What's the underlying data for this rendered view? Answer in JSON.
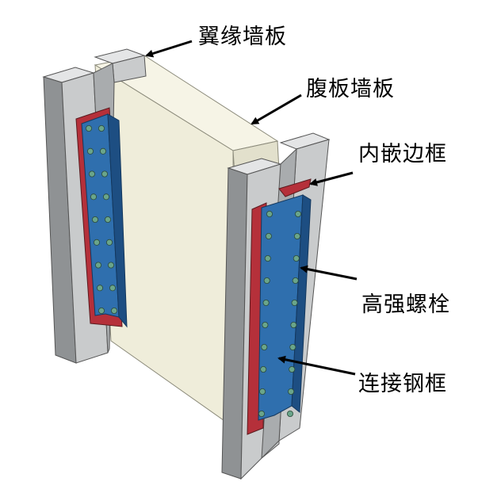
{
  "labels": {
    "flange_wall_panel": "翼缘墙板",
    "web_wall_panel": "腹板墙板",
    "embedded_frame": "内嵌边框",
    "high_strength_bolt": "高强螺栓",
    "connecting_steel_frame": "连接钢框"
  },
  "colors": {
    "concrete_face": "#c9cbcc",
    "concrete_side": "#8f9294",
    "concrete_top": "#e4e5e6",
    "web_panel_face": "#efedda",
    "web_panel_top": "#f6f4e6",
    "steel_frame_blue": "#2f6fae",
    "steel_frame_dark": "#1d4e82",
    "embedded_frame_red": "#b5303a",
    "bolt_green": "#6aa58a",
    "arrow": "#000000"
  }
}
